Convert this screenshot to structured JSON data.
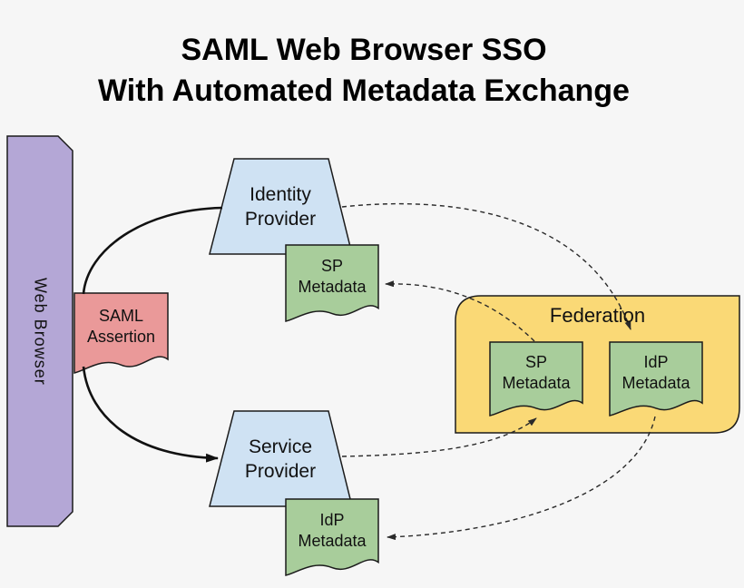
{
  "title": {
    "line1": "SAML Web Browser SSO",
    "line2": "With Automated Metadata Exchange"
  },
  "nodes": {
    "web_browser": {
      "label": "Web Browser",
      "shape": "vertical-bar",
      "color_key": "purple"
    },
    "identity_provider": {
      "label": "Identity Provider",
      "shape": "trapezoid",
      "color_key": "blue"
    },
    "service_provider": {
      "label": "Service Provider",
      "shape": "trapezoid",
      "color_key": "blue"
    },
    "saml_assertion": {
      "label": "SAML Assertion",
      "shape": "document",
      "color_key": "red"
    },
    "sp_metadata_at_idp": {
      "label": "SP Metadata",
      "shape": "document",
      "color_key": "green"
    },
    "idp_metadata_at_sp": {
      "label": "IdP Metadata",
      "shape": "document",
      "color_key": "green"
    },
    "federation": {
      "label": "Federation",
      "shape": "rounded-rect",
      "color_key": "yellow"
    },
    "sp_metadata_in_federation": {
      "label": "SP Metadata",
      "shape": "document",
      "color_key": "green"
    },
    "idp_metadata_in_federation": {
      "label": "IdP Metadata",
      "shape": "document",
      "color_key": "green"
    }
  },
  "edges": [
    {
      "from": "saml_assertion",
      "to": "identity_provider",
      "style": "solid",
      "arrowhead": "none"
    },
    {
      "from": "saml_assertion",
      "to": "service_provider",
      "style": "solid",
      "arrowhead": "end"
    },
    {
      "from": "identity_provider",
      "to": "idp_metadata_in_federation",
      "style": "dashed",
      "arrowhead": "end"
    },
    {
      "from": "sp_metadata_in_federation",
      "to": "sp_metadata_at_idp",
      "style": "dashed",
      "arrowhead": "end"
    },
    {
      "from": "service_provider",
      "to": "sp_metadata_in_federation",
      "style": "dashed",
      "arrowhead": "end"
    },
    {
      "from": "idp_metadata_in_federation",
      "to": "idp_metadata_at_sp",
      "style": "dashed",
      "arrowhead": "end"
    }
  ],
  "colors": {
    "background": "#f6f6f6",
    "purple": "#b4a7d6",
    "blue": "#cfe2f3",
    "green": "#a8cd9b",
    "red": "#ea9999",
    "yellow": "#fad976",
    "border": "#1b1b1b",
    "arrow": "#111111"
  }
}
